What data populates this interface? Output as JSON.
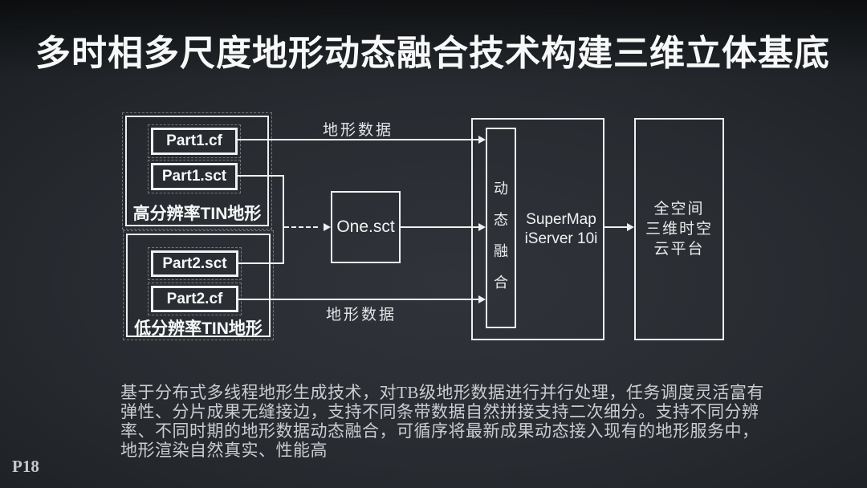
{
  "slide": {
    "title": "多时相多尺度地形动态融合技术构建三维立体基底",
    "page_number": "P18"
  },
  "diagram": {
    "edge_label_top": "地形数据",
    "edge_label_bottom": "地形数据",
    "group_high": {
      "label": "高分辨率TIN地形",
      "items": [
        "Part1.cf",
        "Part1.sct"
      ]
    },
    "group_low": {
      "label": "低分辨率TIN地形",
      "items": [
        "Part2.sct",
        "Part2.cf"
      ]
    },
    "merge_node": "One.sct",
    "fusion_chars": [
      "动",
      "态",
      "融",
      "合"
    ],
    "server": {
      "line1": "SuperMap",
      "line2": "iServer 10i"
    },
    "platform": {
      "lines": [
        "全空间",
        "三维时空",
        "云平台"
      ]
    }
  },
  "description": {
    "lines": [
      "基于分布式多线程地形生成技术，对TB级地形数据进行并行处理，任务调度灵活富有",
      "弹性、分片成果无缝接边，支持不同条带数据自然拼接支持二次细分。支持不同分辨",
      "率、不同时期的地形数据动态融合，可循序将最新成果动态接入现有的地形服务中，",
      "地形渲染自然真实、性能高"
    ]
  },
  "colors": {
    "background_center": "#30343a",
    "background_edge": "#07090b",
    "line": "#eef0f1",
    "text_primary": "#f7f8f8",
    "text_secondary": "#c9cdd0"
  }
}
